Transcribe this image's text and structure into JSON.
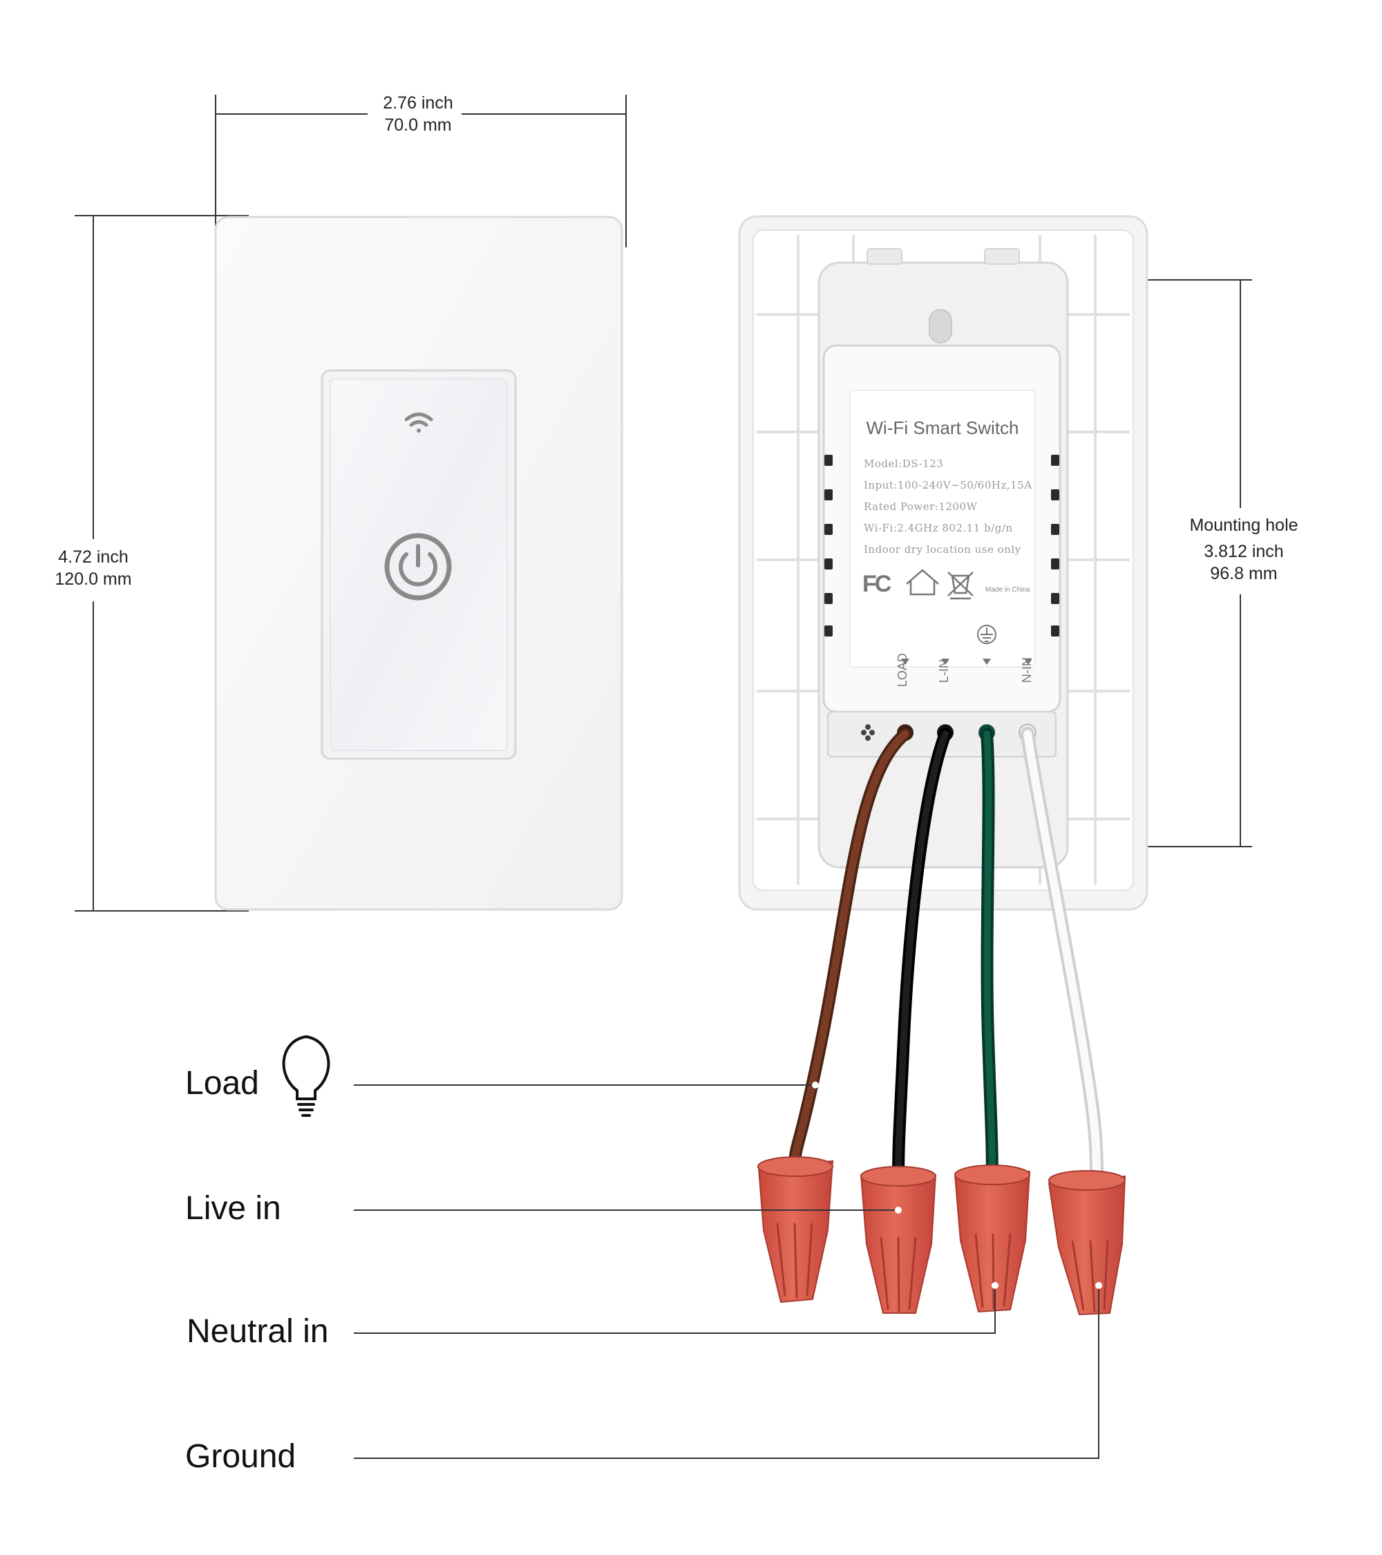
{
  "dimensions": {
    "width": {
      "inch": "2.76 inch",
      "mm": "70.0 mm"
    },
    "height": {
      "inch": "4.72 inch",
      "mm": "120.0 mm"
    },
    "mounting_hole": {
      "label": "Mounting hole",
      "inch": "3.812 inch",
      "mm": "96.8 mm"
    }
  },
  "module_label": {
    "title": "Wi-Fi Smart Switch",
    "lines": [
      "Model:DS-123",
      "Input:100-240V~50/60Hz,15A",
      "Rated Power:1200W",
      "Wi-Fi:2.4GHz 802.11 b/g/n",
      "Indoor dry location use only"
    ],
    "origin": "Made in China",
    "fcc": "FC",
    "terminals": [
      "LOAD",
      "L-IN",
      "N-IN"
    ]
  },
  "callouts": {
    "load": "Load",
    "live_in": "Live in",
    "neutral_in": "Neutral in",
    "ground": "Ground"
  },
  "colors": {
    "load_wire": "#6b3320",
    "live_wire": "#111111",
    "ground_wire": "#0f5c47",
    "neutral_wire": "#f2f2f2",
    "wire_nut": "#d85a4a",
    "power_icon": "#8a8a8a"
  },
  "icons": [
    "wifi-icon",
    "power-icon",
    "bulb-icon",
    "home-icon",
    "weee-bin-icon",
    "ground-symbol-icon"
  ]
}
